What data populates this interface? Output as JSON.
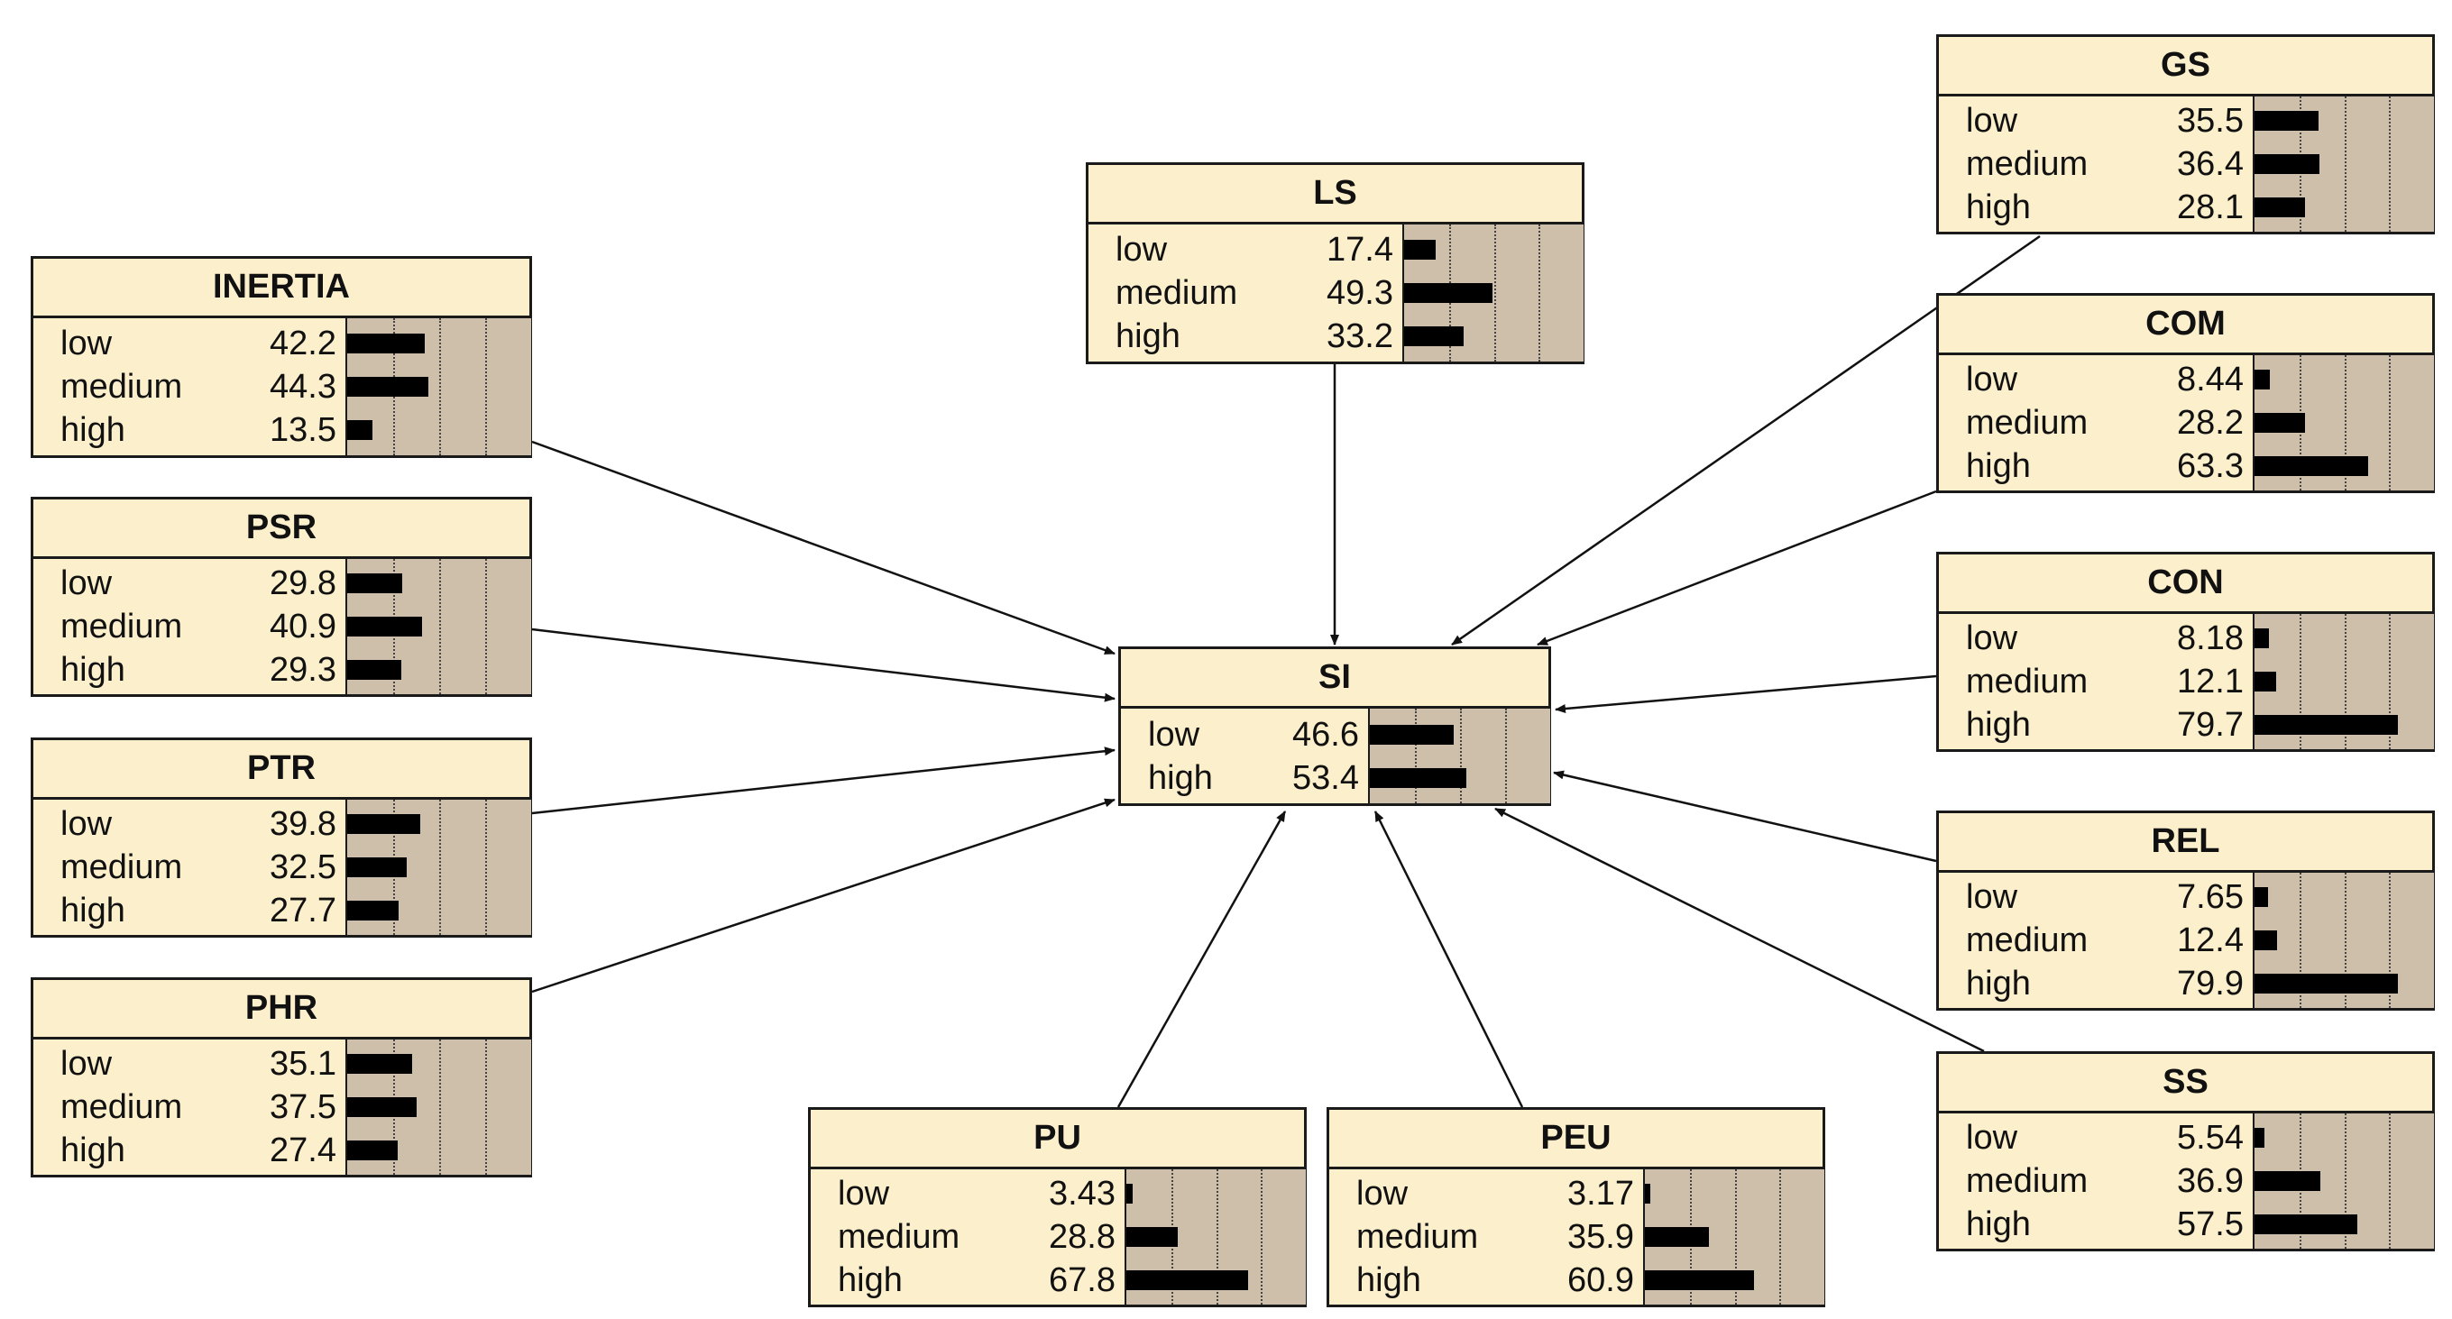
{
  "nodes": [
    {
      "id": "INERTIA",
      "title": "INERTIA",
      "states": [
        {
          "label": "low",
          "value": "42.2",
          "p": 42.2
        },
        {
          "label": "medium",
          "value": "44.3",
          "p": 44.3
        },
        {
          "label": "high",
          "value": "13.5",
          "p": 13.5
        }
      ]
    },
    {
      "id": "PSR",
      "title": "PSR",
      "states": [
        {
          "label": "low",
          "value": "29.8",
          "p": 29.8
        },
        {
          "label": "medium",
          "value": "40.9",
          "p": 40.9
        },
        {
          "label": "high",
          "value": "29.3",
          "p": 29.3
        }
      ]
    },
    {
      "id": "PTR",
      "title": "PTR",
      "states": [
        {
          "label": "low",
          "value": "39.8",
          "p": 39.8
        },
        {
          "label": "medium",
          "value": "32.5",
          "p": 32.5
        },
        {
          "label": "high",
          "value": "27.7",
          "p": 27.7
        }
      ]
    },
    {
      "id": "PHR",
      "title": "PHR",
      "states": [
        {
          "label": "low",
          "value": "35.1",
          "p": 35.1
        },
        {
          "label": "medium",
          "value": "37.5",
          "p": 37.5
        },
        {
          "label": "high",
          "value": "27.4",
          "p": 27.4
        }
      ]
    },
    {
      "id": "LS",
      "title": "LS",
      "states": [
        {
          "label": "low",
          "value": "17.4",
          "p": 17.4
        },
        {
          "label": "medium",
          "value": "49.3",
          "p": 49.3
        },
        {
          "label": "high",
          "value": "33.2",
          "p": 33.2
        }
      ]
    },
    {
      "id": "SI",
      "title": "SI",
      "states": [
        {
          "label": "low",
          "value": "46.6",
          "p": 46.6
        },
        {
          "label": "high",
          "value": "53.4",
          "p": 53.4
        }
      ]
    },
    {
      "id": "PU",
      "title": "PU",
      "states": [
        {
          "label": "low",
          "value": "3.43",
          "p": 3.43
        },
        {
          "label": "medium",
          "value": "28.8",
          "p": 28.8
        },
        {
          "label": "high",
          "value": "67.8",
          "p": 67.8
        }
      ]
    },
    {
      "id": "PEU",
      "title": "PEU",
      "states": [
        {
          "label": "low",
          "value": "3.17",
          "p": 3.17
        },
        {
          "label": "medium",
          "value": "35.9",
          "p": 35.9
        },
        {
          "label": "high",
          "value": "60.9",
          "p": 60.9
        }
      ]
    },
    {
      "id": "GS",
      "title": "GS",
      "states": [
        {
          "label": "low",
          "value": "35.5",
          "p": 35.5
        },
        {
          "label": "medium",
          "value": "36.4",
          "p": 36.4
        },
        {
          "label": "high",
          "value": "28.1",
          "p": 28.1
        }
      ]
    },
    {
      "id": "COM",
      "title": "COM",
      "states": [
        {
          "label": "low",
          "value": "8.44",
          "p": 8.44
        },
        {
          "label": "medium",
          "value": "28.2",
          "p": 28.2
        },
        {
          "label": "high",
          "value": "63.3",
          "p": 63.3
        }
      ]
    },
    {
      "id": "CON",
      "title": "CON",
      "states": [
        {
          "label": "low",
          "value": "8.18",
          "p": 8.18
        },
        {
          "label": "medium",
          "value": "12.1",
          "p": 12.1
        },
        {
          "label": "high",
          "value": "79.7",
          "p": 79.7
        }
      ]
    },
    {
      "id": "REL",
      "title": "REL",
      "states": [
        {
          "label": "low",
          "value": "7.65",
          "p": 7.65
        },
        {
          "label": "medium",
          "value": "12.4",
          "p": 12.4
        },
        {
          "label": "high",
          "value": "79.9",
          "p": 79.9
        }
      ]
    },
    {
      "id": "SS",
      "title": "SS",
      "states": [
        {
          "label": "low",
          "value": "5.54",
          "p": 5.54
        },
        {
          "label": "medium",
          "value": "36.9",
          "p": 36.9
        },
        {
          "label": "high",
          "value": "57.5",
          "p": 57.5
        }
      ]
    }
  ],
  "edges": [
    {
      "from": "INERTIA",
      "to": "SI"
    },
    {
      "from": "PSR",
      "to": "SI"
    },
    {
      "from": "PTR",
      "to": "SI"
    },
    {
      "from": "PHR",
      "to": "SI"
    },
    {
      "from": "LS",
      "to": "SI"
    },
    {
      "from": "PU",
      "to": "SI"
    },
    {
      "from": "PEU",
      "to": "SI"
    },
    {
      "from": "GS",
      "to": "SI"
    },
    {
      "from": "COM",
      "to": "SI"
    },
    {
      "from": "CON",
      "to": "SI"
    },
    {
      "from": "REL",
      "to": "SI"
    },
    {
      "from": "SS",
      "to": "SI"
    }
  ],
  "colors": {
    "node_fill": "#fcefcc",
    "bar_panel": "#cdbfa9",
    "bar": "#000000",
    "border": "#1a1a1a"
  }
}
